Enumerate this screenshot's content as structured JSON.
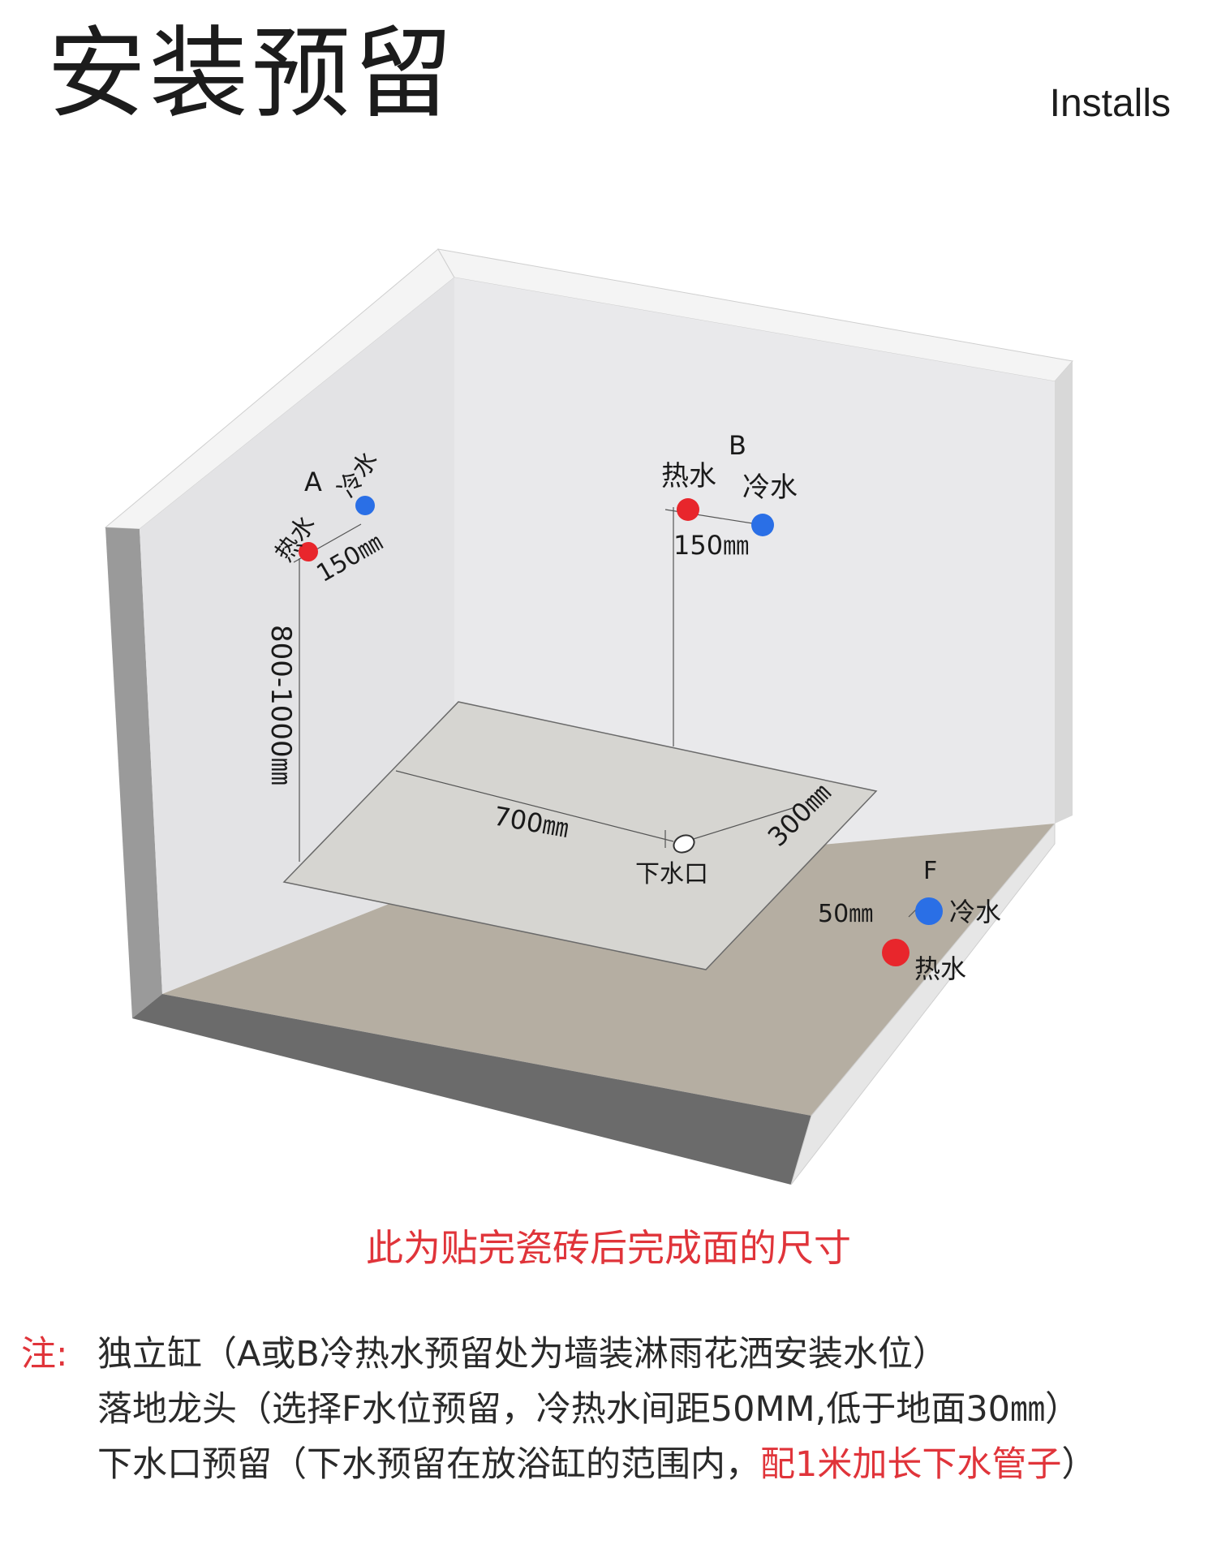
{
  "header": {
    "title": "安装预留",
    "subtitle": "Installs"
  },
  "diagram": {
    "point_a": {
      "label": "A",
      "hot": "热水",
      "cold": "冷水",
      "spacing": "150㎜",
      "height": "800-1000㎜"
    },
    "point_b": {
      "label": "B",
      "hot": "热水",
      "cold": "冷水",
      "spacing": "150㎜"
    },
    "drain": {
      "label": "下水口",
      "width": "700㎜",
      "depth": "300㎜"
    },
    "point_f": {
      "label": "F",
      "hot": "热水",
      "cold": "冷水",
      "spacing": "50㎜"
    },
    "colors": {
      "hot": "#e8262c",
      "cold": "#2a6fe6",
      "accent_text": "#e0343a"
    }
  },
  "caption": "此为贴完瓷砖后完成面的尺寸",
  "notes": {
    "label": "注:",
    "line1": "独立缸（A或B冷热水预留处为墙装淋雨花洒安装水位）",
    "line2": "落地龙头（选择F水位预留，冷热水间距50MM,低于地面30㎜）",
    "line3_prefix": "下水口预留（下水预留在放浴缸的范围内，",
    "line3_highlight": "配1米加长下水管子",
    "line3_suffix": "）"
  }
}
